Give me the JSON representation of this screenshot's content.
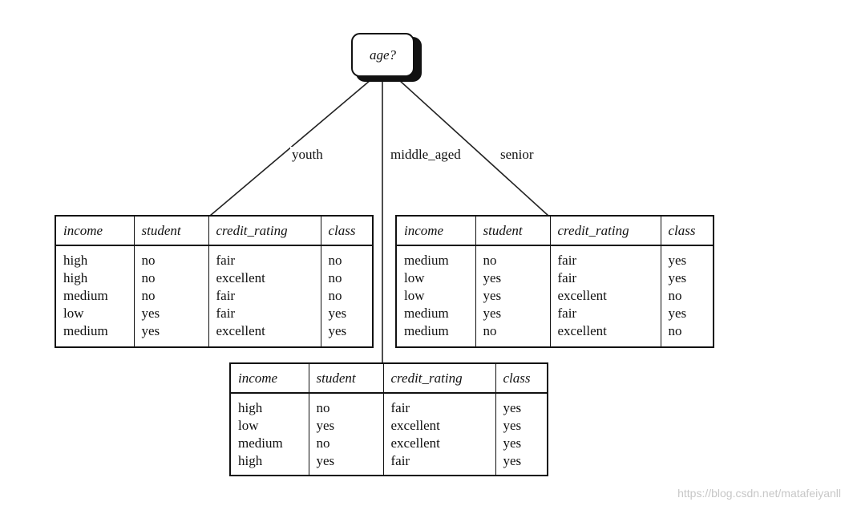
{
  "root": {
    "label": "age?"
  },
  "branches": {
    "youth": "youth",
    "middle_aged": "middle_aged",
    "senior": "senior"
  },
  "tables": {
    "youth": {
      "headers": [
        "income",
        "student",
        "credit_rating",
        "class"
      ],
      "columns": {
        "income": [
          "high",
          "high",
          "medium",
          "low",
          "medium"
        ],
        "student": [
          "no",
          "no",
          "no",
          "yes",
          "yes"
        ],
        "credit_rating": [
          "fair",
          "excellent",
          "fair",
          "fair",
          "excellent"
        ],
        "class": [
          "no",
          "no",
          "no",
          "yes",
          "yes"
        ]
      }
    },
    "senior": {
      "headers": [
        "income",
        "student",
        "credit_rating",
        "class"
      ],
      "columns": {
        "income": [
          "medium",
          "low",
          "low",
          "medium",
          "medium"
        ],
        "student": [
          "no",
          "yes",
          "yes",
          "yes",
          "no"
        ],
        "credit_rating": [
          "fair",
          "fair",
          "excellent",
          "fair",
          "excellent"
        ],
        "class": [
          "yes",
          "yes",
          "no",
          "yes",
          "no"
        ]
      }
    },
    "middle_aged": {
      "headers": [
        "income",
        "student",
        "credit_rating",
        "class"
      ],
      "columns": {
        "income": [
          "high",
          "low",
          "medium",
          "high"
        ],
        "student": [
          "no",
          "yes",
          "no",
          "yes"
        ],
        "credit_rating": [
          "fair",
          "excellent",
          "excellent",
          "fair"
        ],
        "class": [
          "yes",
          "yes",
          "yes",
          "yes"
        ]
      }
    }
  },
  "watermark": "https://blog.csdn.net/matafeiyanll"
}
